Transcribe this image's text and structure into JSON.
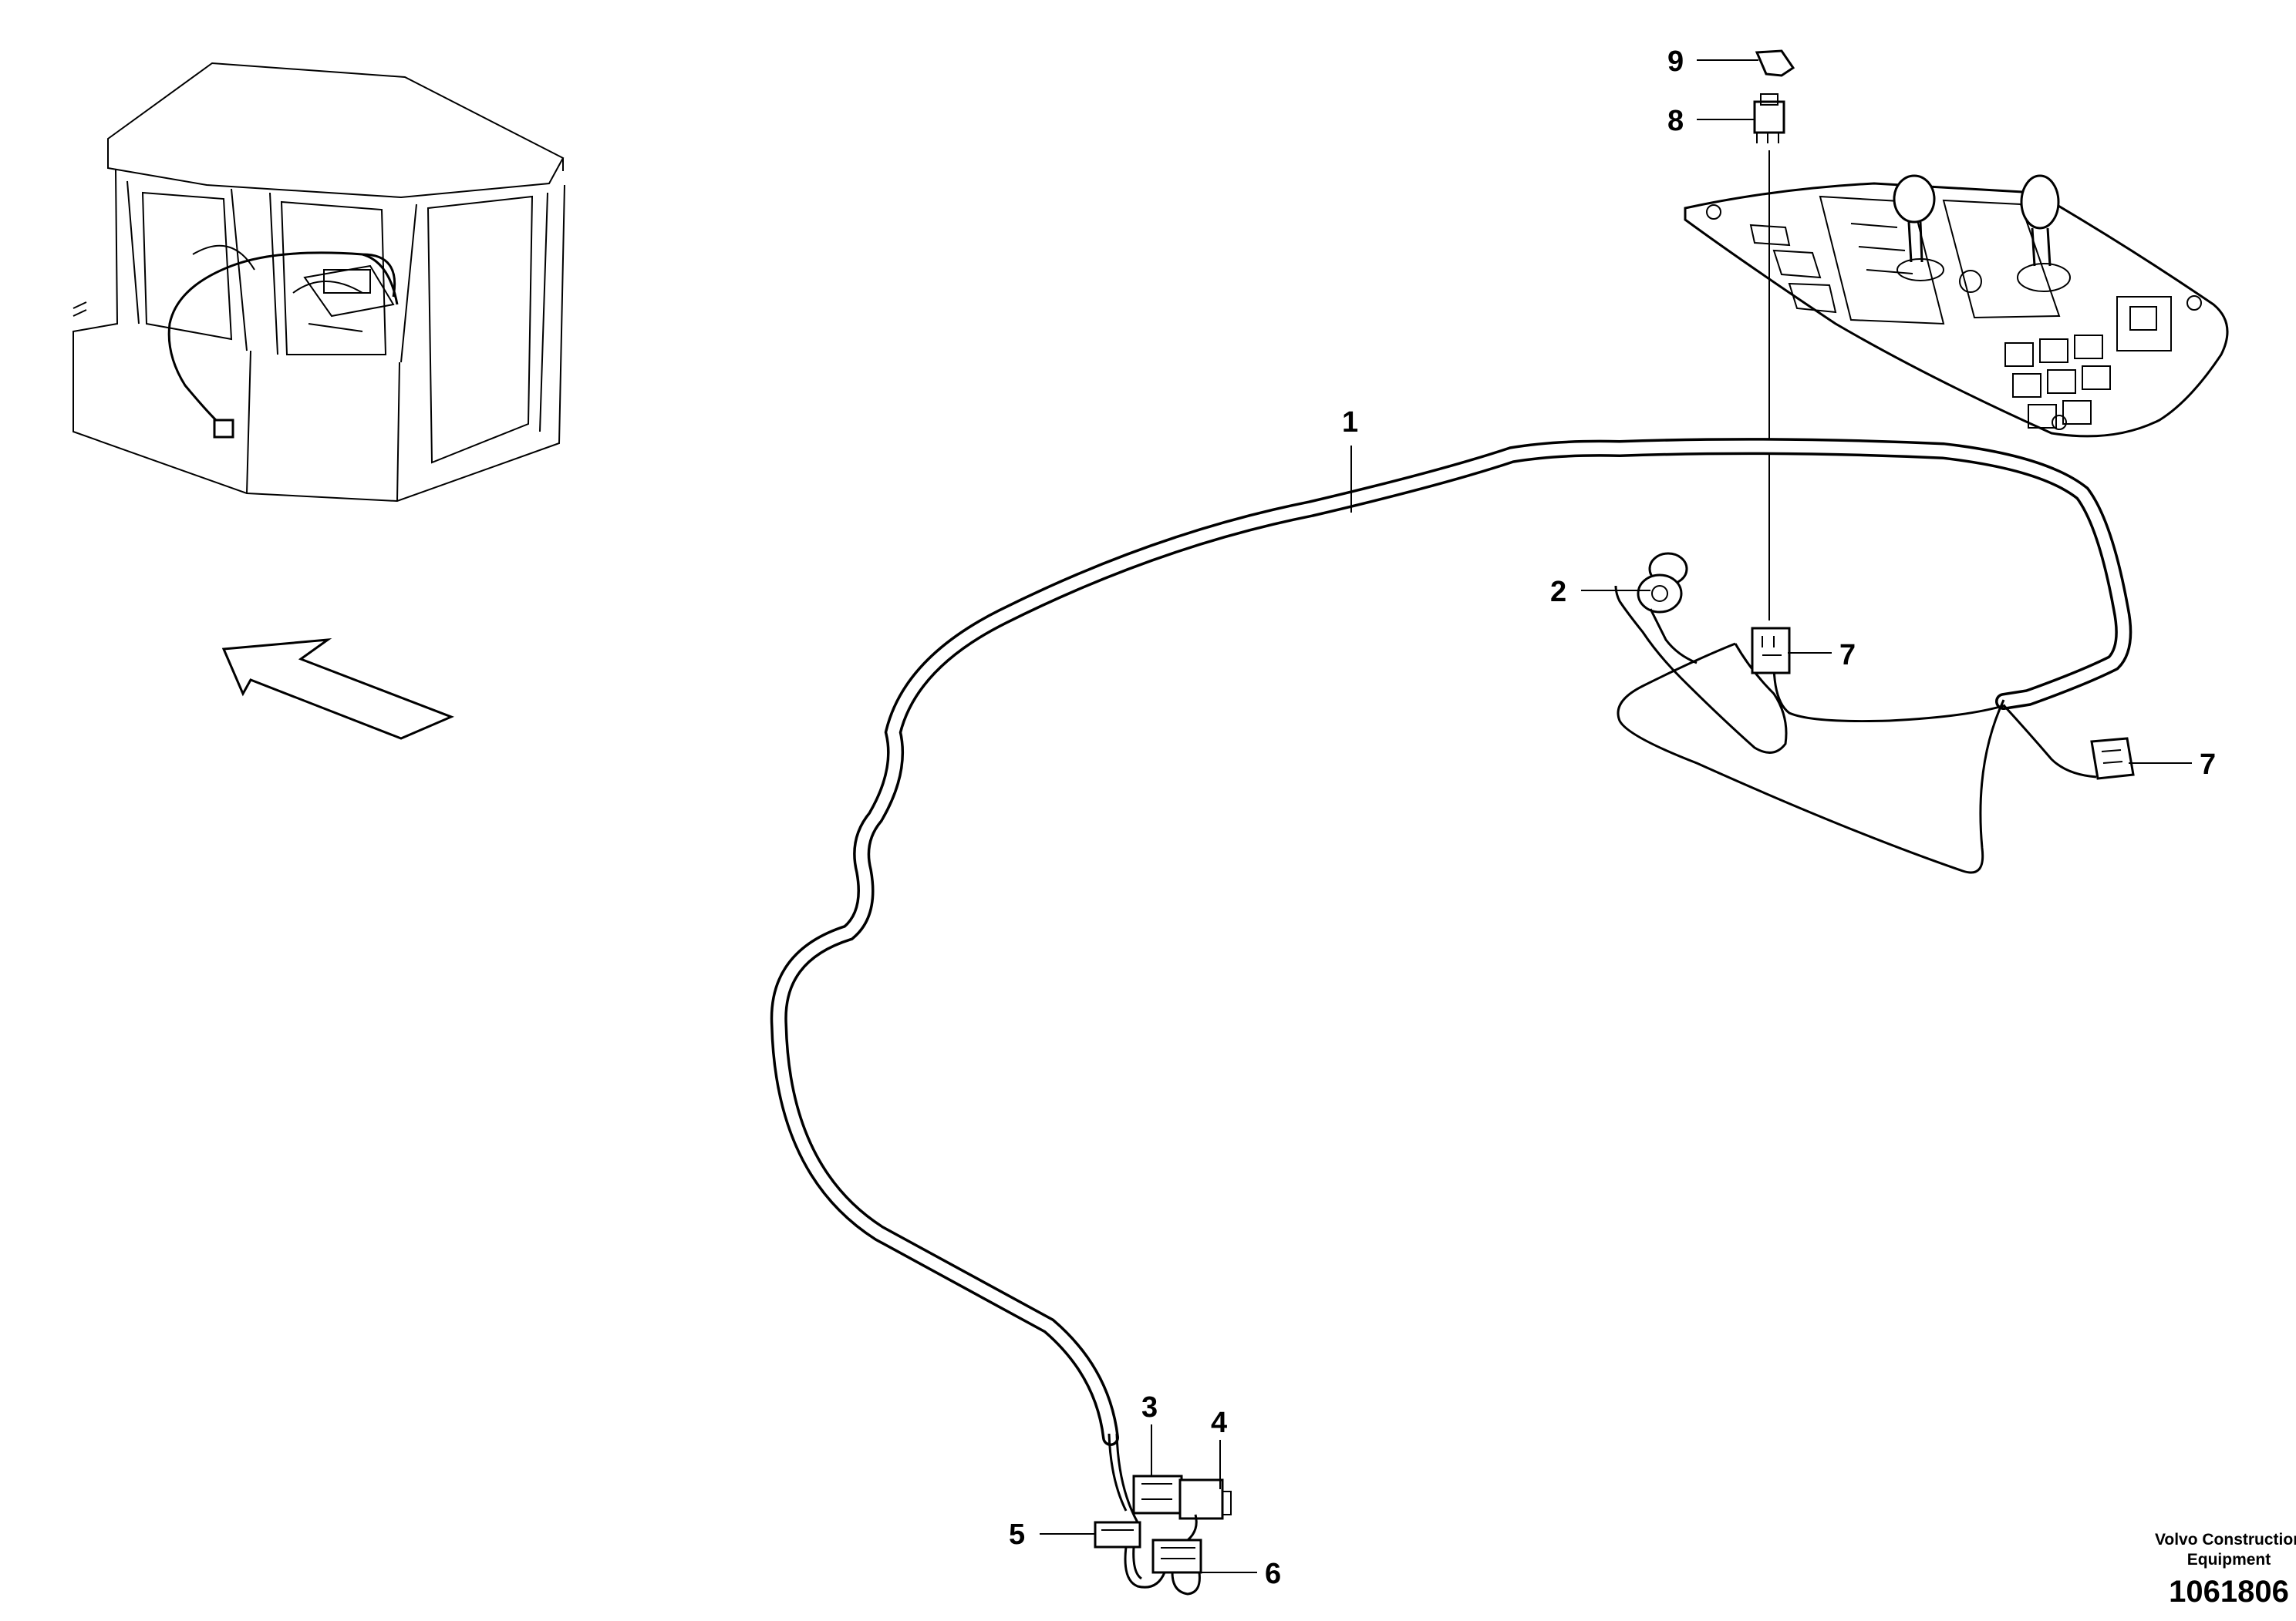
{
  "callouts": {
    "c1": "1",
    "c2": "2",
    "c3": "3",
    "c4": "4",
    "c5": "5",
    "c6": "6",
    "c7a": "7",
    "c7b": "7",
    "c8": "8",
    "c9": "9"
  },
  "credit": {
    "line1": "Volvo Construction",
    "line2": "Equipment"
  },
  "doc_number": "1061806"
}
